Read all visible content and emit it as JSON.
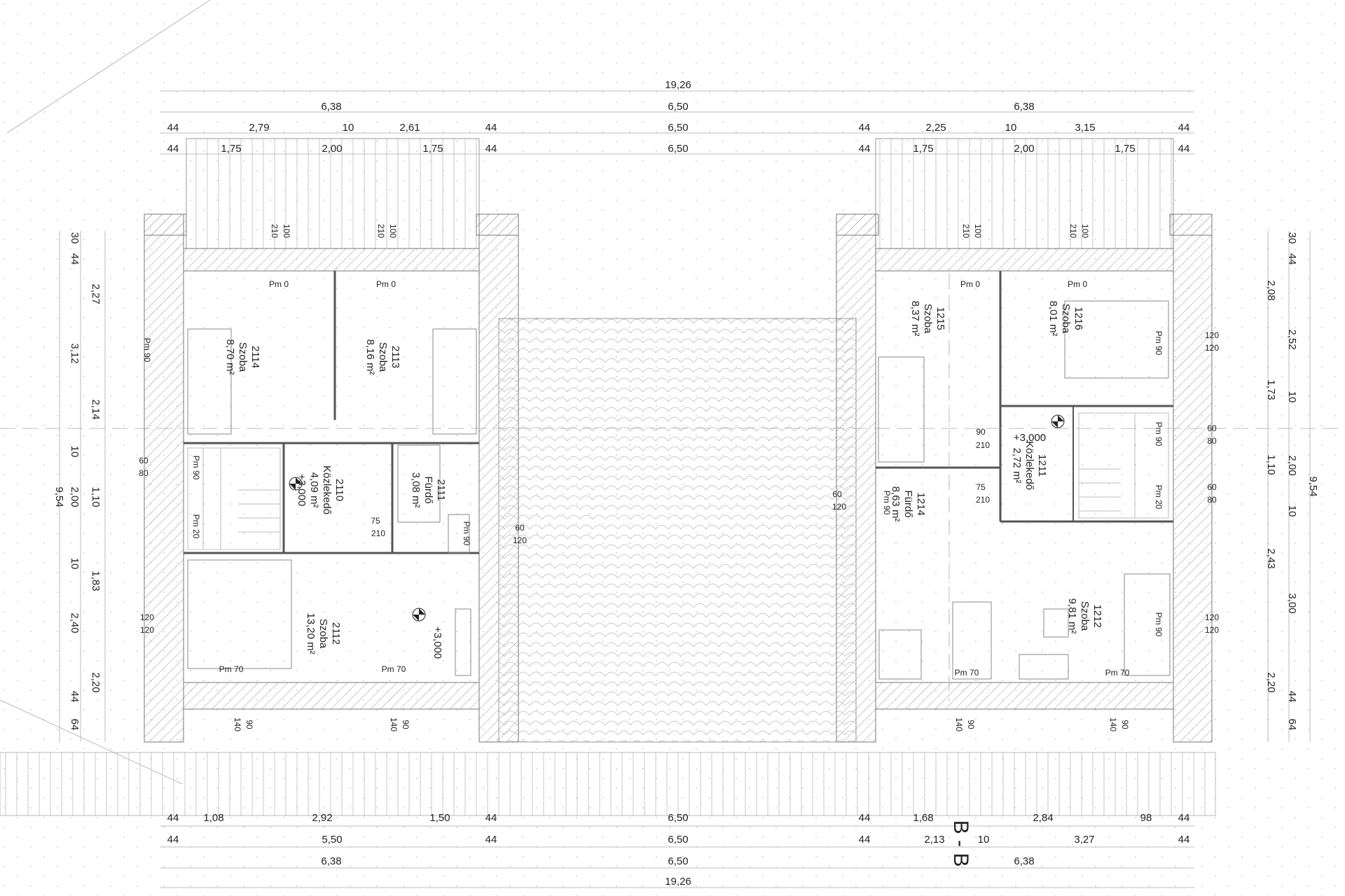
{
  "dims_top": {
    "row1": [
      "19,26"
    ],
    "row2": [
      "6,38",
      "6,50",
      "6,38"
    ],
    "row3": [
      "44",
      "2,79",
      "10",
      "2,61",
      "44",
      "6,50",
      "44",
      "2,25",
      "10",
      "3,15",
      "44"
    ],
    "row4": [
      "44",
      "1,75",
      "2,00",
      "1,75",
      "44",
      "6,50",
      "44",
      "1,75",
      "2,00",
      "1,75",
      "44"
    ]
  },
  "dims_bottom": {
    "row1": [
      "44",
      "1,08",
      "2,92",
      "1,50",
      "44",
      "6,50",
      "44",
      "1,68",
      "2,84",
      "98",
      "44"
    ],
    "row2": [
      "44",
      "5,50",
      "44",
      "6,50",
      "44",
      "2,13",
      "10",
      "3,27",
      "44"
    ],
    "row3": [
      "6,38",
      "6,50",
      "6,38"
    ],
    "row4": [
      "19,26"
    ]
  },
  "dims_left": {
    "outer": "9,54",
    "inner": [
      "2,27",
      "3,12",
      "2,14",
      "10",
      "2,00",
      "10",
      "2,40",
      "2,20"
    ],
    "edge": [
      "30",
      "44",
      "10",
      "1,10",
      "1,83",
      "44",
      "64"
    ]
  },
  "dims_right": {
    "outer": "9,54",
    "inner": [
      "2,08",
      "2,52",
      "1,73",
      "10",
      "2,00",
      "10",
      "2,43",
      "3,00",
      "2,20"
    ],
    "edge": [
      "30",
      "44",
      "1,10",
      "44",
      "64"
    ]
  },
  "rooms": [
    {
      "num": "2114",
      "name": "Szoba",
      "area": "8,70 m²"
    },
    {
      "num": "2113",
      "name": "Szoba",
      "area": "8,16 m²"
    },
    {
      "num": "2110",
      "name": "Közlekedő",
      "area": "4,09 m²",
      "level": "+3,000"
    },
    {
      "num": "2111",
      "name": "Fürdő",
      "area": "3,08 m²"
    },
    {
      "num": "2112",
      "name": "Szoba",
      "area": "13,20 m²"
    },
    {
      "num": "1215",
      "name": "Szoba",
      "area": "8,37 m²"
    },
    {
      "num": "1216",
      "name": "Szoba",
      "area": "8,01 m²"
    },
    {
      "num": "1211",
      "name": "Közlekedő",
      "area": "2,72 m²"
    },
    {
      "num": "1214",
      "name": "Fürdő",
      "area": "8,63 m²"
    },
    {
      "num": "1212",
      "name": "Szoba",
      "area": "9,81 m²"
    }
  ],
  "levels": [
    "+3,000",
    "+3,000"
  ],
  "pm_labels": [
    "Pm 0",
    "Pm 0",
    "Pm 0",
    "Pm 0",
    "Pm 90",
    "Pm 90",
    "Pm 20",
    "Pm 70",
    "Pm 70",
    "Pm 90",
    "Pm 90",
    "Pm 90",
    "Pm 20",
    "Pm 90",
    "Pm 90",
    "Pm 70",
    "Pm 70"
  ],
  "openings": [
    "210",
    "100",
    "90",
    "75",
    "60",
    "80",
    "120",
    "140"
  ],
  "section_label": "B - B"
}
